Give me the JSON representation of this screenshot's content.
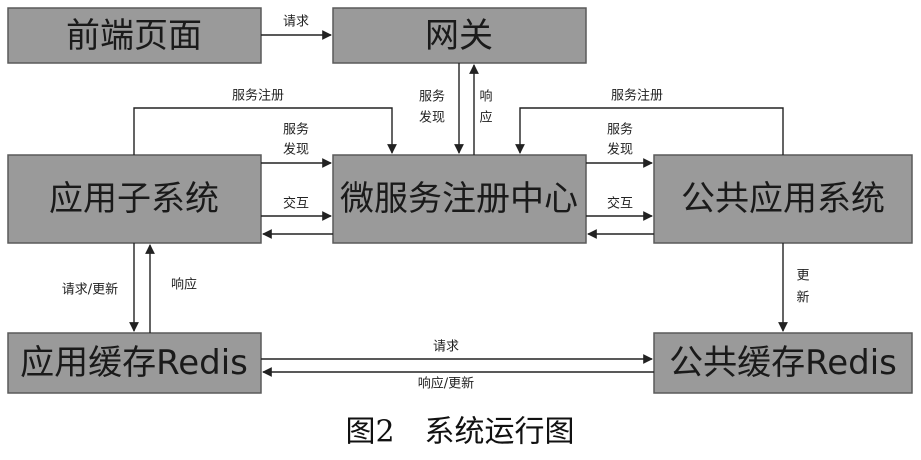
{
  "nodes": {
    "frontend": "前端页面",
    "gateway": "网关",
    "app_subsystem": "应用子系统",
    "registry": "微服务注册中心",
    "public_app": "公共应用系统",
    "app_cache": "应用缓存Redis",
    "public_cache": "公共缓存Redis"
  },
  "edges": {
    "request": "请求",
    "service_register_left": "服务注册",
    "service_register_right": "服务注册",
    "gw_discovery_1": "服务",
    "gw_discovery_2": "发现",
    "gw_response_1": "响",
    "gw_response_2": "应",
    "left_discovery_1": "服务",
    "left_discovery_2": "发现",
    "right_discovery_1": "服务",
    "right_discovery_2": "发现",
    "interact_left": "交互",
    "interact_right": "交互",
    "req_update": "请求/更新",
    "response": "响应",
    "update_1": "更",
    "update_2": "新",
    "cache_request": "请求",
    "cache_response_update": "响应/更新"
  },
  "caption": "图2　系统运行图"
}
